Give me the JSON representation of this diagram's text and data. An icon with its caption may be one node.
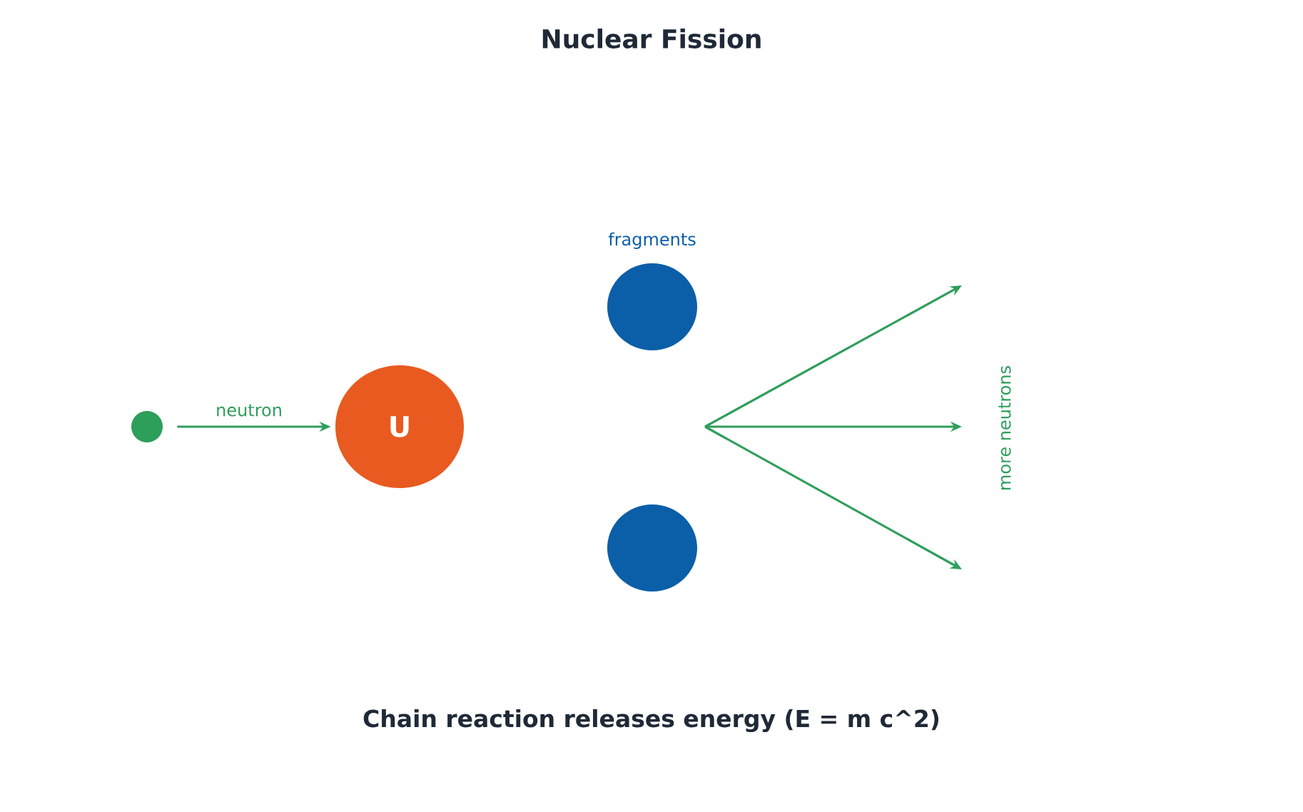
{
  "diagram": {
    "title": "Nuclear Fission",
    "caption": "Chain reaction releases energy (E = m c^2)",
    "nodes": [
      {
        "text": [],
        "shape": "circle"
      },
      {
        "text": [
          "U"
        ]
      },
      {
        "text": [],
        "shape": "circle",
        "beside": [
          "fragments"
        ]
      },
      {
        "text": [],
        "shape": "circle"
      }
    ],
    "edges": [
      {
        "from": 0,
        "to": 1,
        "arrow": "to",
        "label": "neutron"
      }
    ],
    "labels": [
      "more neutrons"
    ]
  }
}
